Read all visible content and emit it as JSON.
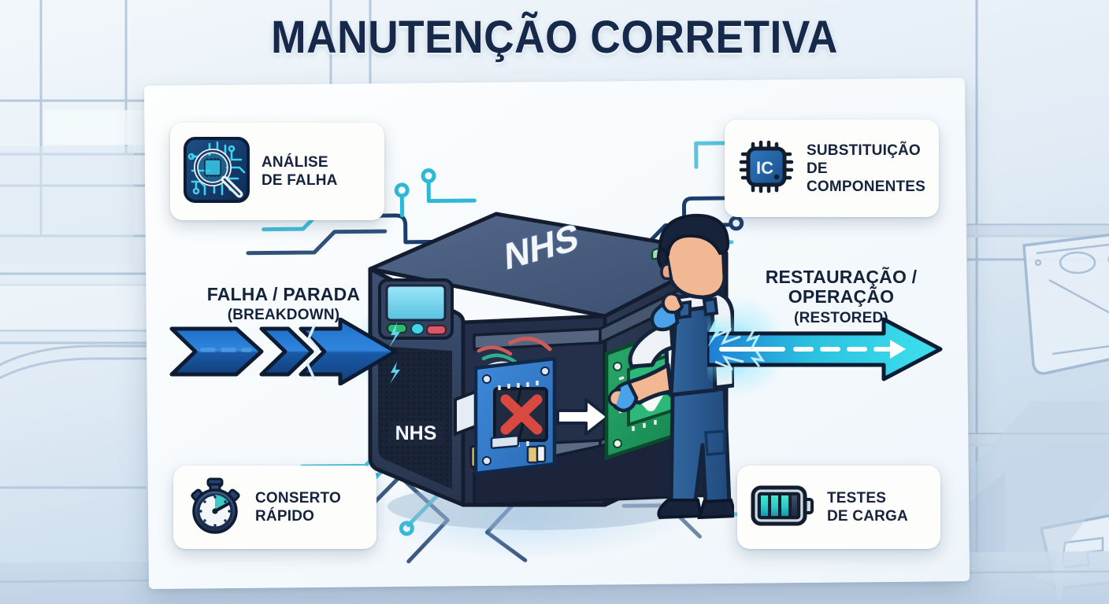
{
  "title": "MANUTENÇÃO CORRETIVA",
  "brand": "NHS",
  "colors": {
    "title_navy": "#16294a",
    "accent_cyan": "#2fd3e8",
    "accent_blue": "#1b6fc4",
    "deep_navy": "#142a4a",
    "card_bg": "#fdfdfb",
    "fail_red": "#d94a4a",
    "ok_green": "#2fa35f",
    "panel_bg": "#fbfdfe",
    "background": "#dbe7f2"
  },
  "cards": [
    {
      "id": "analise-de-falha",
      "label": "ANÁLISE\nDE FALHA",
      "icon": "magnifier-circuit-icon",
      "position": "top-left"
    },
    {
      "id": "substituicao-de-componentes",
      "label": "SUBSTITUIÇÃO\nDE COMPONENTES",
      "icon": "ic-chip-icon",
      "icon_text": "IC",
      "position": "top-right"
    },
    {
      "id": "conserto-rapido",
      "label": "CONSERTO\nRÁPIDO",
      "icon": "stopwatch-icon",
      "position": "bottom-left"
    },
    {
      "id": "testes-de-carga",
      "label": "TESTES\nDE CARGA",
      "icon": "battery-icon",
      "battery_filled_bars": 3,
      "battery_total_bars": 4,
      "position": "bottom-right"
    }
  ],
  "process": {
    "input": {
      "id": "falha-parada",
      "line1": "FALHA / PARADA",
      "line2": "(BREAKDOWN)",
      "arrow": "double-chevron-arrow-right",
      "arrow_color": "#1b63b8"
    },
    "output": {
      "id": "restauracao-operacao",
      "line1": "RESTAURAÇÃO /",
      "line2": "OPERAÇÃO",
      "line3": "(RESTORED)",
      "arrow": "dashed-arrow-right",
      "arrow_color": "#2fd3e8"
    }
  },
  "illustration": {
    "id": "ups-repair-scene",
    "device_label_top": "NHS",
    "device_label_front": "NHS",
    "faulty_board": {
      "id": "faulty-pcb",
      "color": "#2f7fd4",
      "chip_marker": "red-x-icon"
    },
    "replacement_board": {
      "id": "replacement-pcb",
      "color": "#1f9a63",
      "chip_marker": "green-check-icon"
    },
    "swap_arrow": "white-arrow-right",
    "technician": {
      "id": "technician",
      "uniform_color": "#2a5fa5",
      "shirt_color": "#eef2f6",
      "hair_color": "#16233b",
      "gloves_color": "#4aa3e8"
    },
    "display": {
      "id": "ups-lcd",
      "screen_color": "#79d7ef",
      "buttons": [
        "#2eb872",
        "#3fd4e6",
        "#d9566b"
      ]
    }
  }
}
